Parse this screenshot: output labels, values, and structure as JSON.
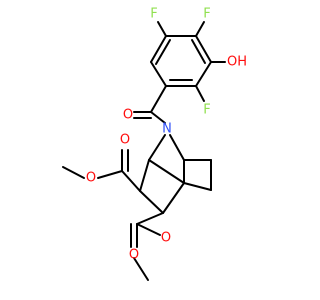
{
  "molecule": {
    "atoms": {
      "F_top_left": "F",
      "F_top_right": "F",
      "OH": "OH",
      "F_right": "F",
      "O_ketone": "O",
      "N_bridge": "N",
      "O_ester1_carbonyl": "O",
      "O_ester1_ether": "O",
      "O_ester2_carbonyl": "O",
      "O_ester2_ether": "O"
    },
    "colors": {
      "bond": "#000000",
      "fluorine": "#90e050",
      "oxygen": "#ff0d0d",
      "nitrogen": "#3050f8"
    }
  }
}
